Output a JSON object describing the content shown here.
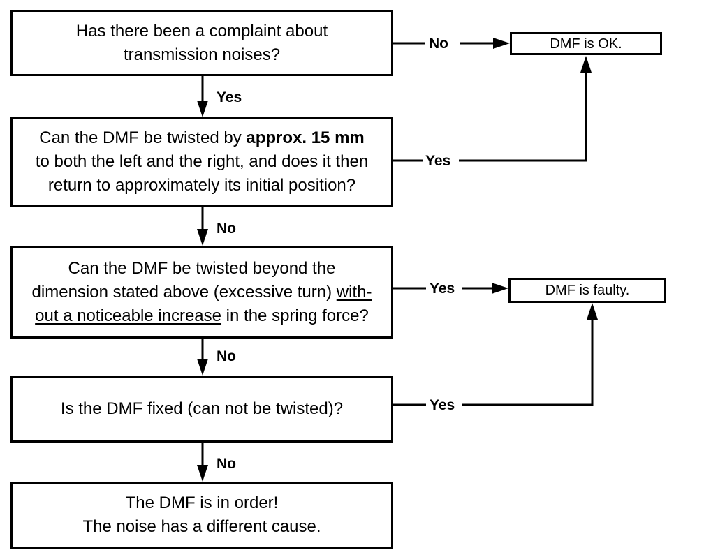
{
  "questions": [
    {
      "lines": [
        [
          {
            "t": "Has there been a complaint about"
          }
        ],
        [
          {
            "t": "transmission noises?"
          }
        ]
      ]
    },
    {
      "lines": [
        [
          {
            "t": "Can the DMF be twisted by "
          },
          {
            "t": "approx. 15 mm",
            "s": "bold"
          }
        ],
        [
          {
            "t": "to both the left and the right, and does it then"
          }
        ],
        [
          {
            "t": "return to approximately its initial position?"
          }
        ]
      ]
    },
    {
      "lines": [
        [
          {
            "t": "Can the DMF be twisted beyond the"
          }
        ],
        [
          {
            "t": "dimension stated above (excessive turn) "
          },
          {
            "t": "with-",
            "s": "underline"
          }
        ],
        [
          {
            "t": "out a noticeable increase",
            "s": "underline"
          },
          {
            "t": " in the spring force?"
          }
        ]
      ]
    },
    {
      "lines": [
        [
          {
            "t": "Is the DMF fixed (can not be twisted)?"
          }
        ]
      ]
    },
    {
      "lines": [
        [
          {
            "t": "The DMF is in order!"
          }
        ],
        [
          {
            "t": "The noise has a different cause."
          }
        ]
      ]
    }
  ],
  "results": {
    "ok": "DMF is OK.",
    "faulty": "DMF is faulty."
  },
  "labels": {
    "q1_no": "No",
    "q1_yes": "Yes",
    "q2_yes": "Yes",
    "q2_no": "No",
    "q3_yes": "Yes",
    "q3_no": "No",
    "q4_yes": "Yes",
    "q4_no": "No"
  }
}
